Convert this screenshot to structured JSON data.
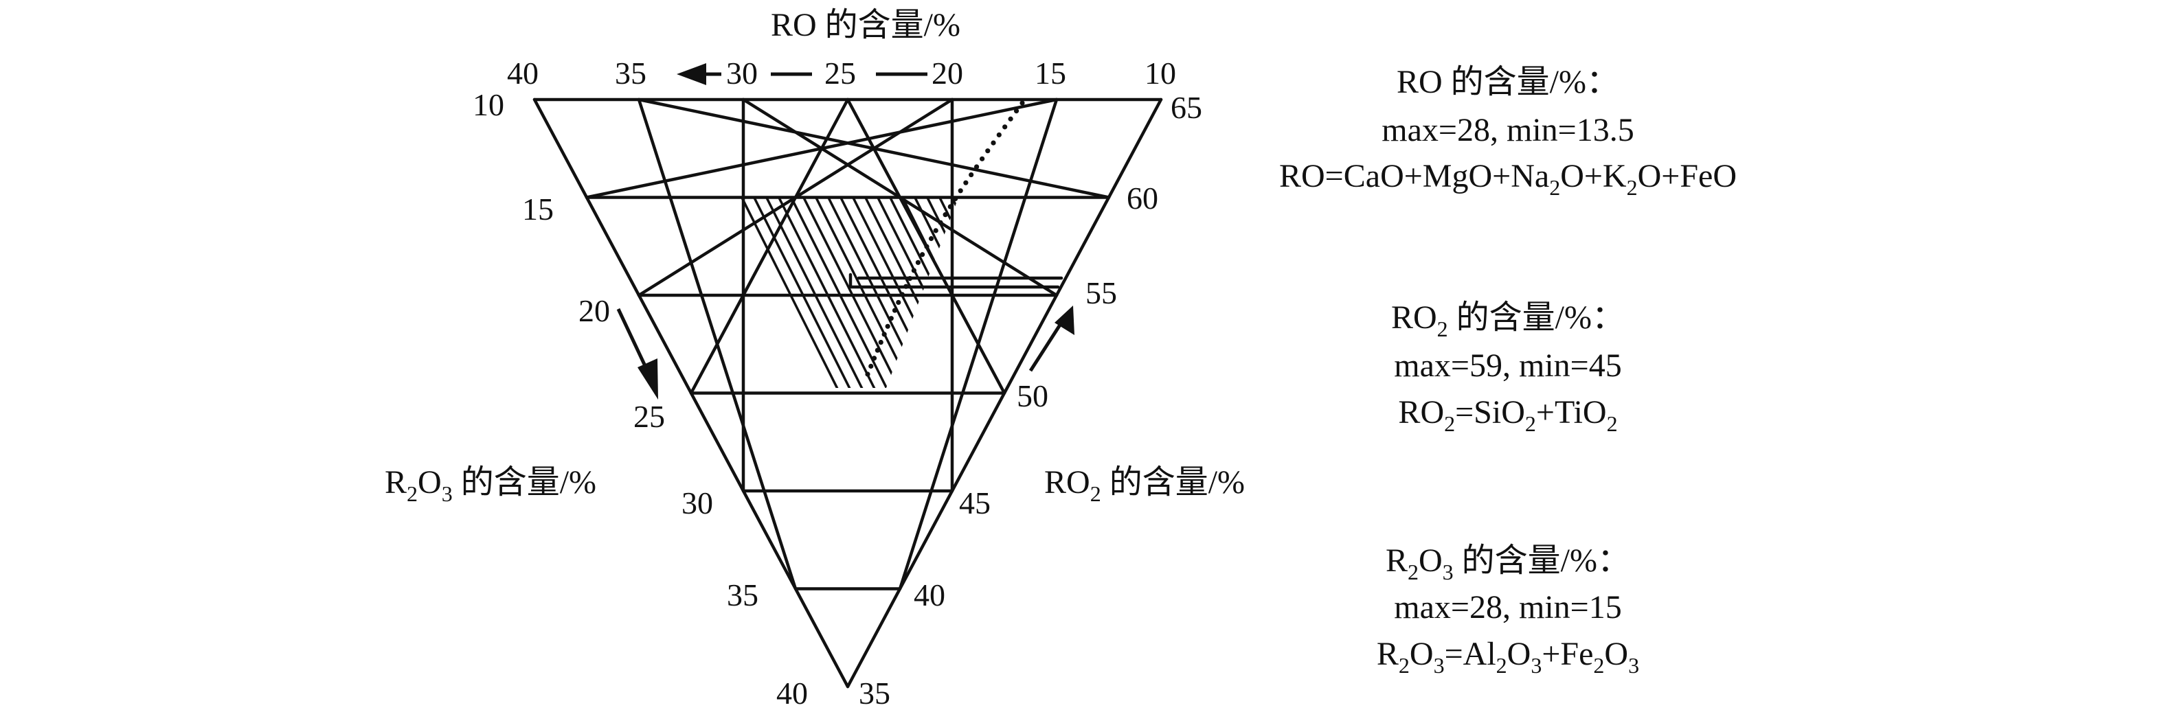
{
  "diagram": {
    "axes": {
      "ro": {
        "title": "RO 的含量/%",
        "ticks": [
          "40",
          "35",
          "30",
          "25",
          "20",
          "15",
          "10"
        ]
      },
      "r2o3": {
        "title_prefix": "R",
        "title_sub1": "2",
        "title_mid": "O",
        "title_sub2": "3",
        "title_suffix": " 的含量/%",
        "ticks": [
          "10",
          "15",
          "20",
          "25",
          "30",
          "35",
          "40"
        ]
      },
      "ro2": {
        "title_prefix": "RO",
        "title_sub": "2",
        "title_suffix": " 的含量/%",
        "ticks": [
          "35",
          "40",
          "45",
          "50",
          "55",
          "60",
          "65"
        ]
      }
    },
    "notes": {
      "ro": {
        "title": "RO 的含量/%：",
        "range": "max=28, min=13.5",
        "formula": {
          "a": "RO=CaO+MgO+Na",
          "s1": "2",
          "b": "O+K",
          "s2": "2",
          "c": "O+FeO"
        }
      },
      "ro2": {
        "title_prefix": "RO",
        "title_sub": "2",
        "title_suffix": " 的含量/%：",
        "range": "max=59, min=45",
        "formula": {
          "a": "RO",
          "s1": "2",
          "b": "=SiO",
          "s2": "2",
          "c": "+TiO",
          "s3": "2"
        }
      },
      "r2o3": {
        "title_prefix": "R",
        "title_sub1": "2",
        "title_mid": "O",
        "title_sub2": "3",
        "title_suffix": " 的含量/%：",
        "range": "max=28, min=15",
        "formula": {
          "a": "R",
          "s1": "2",
          "b": "O",
          "s2": "3",
          "c": "=Al",
          "s3": "2",
          "d": "O",
          "s4": "3",
          "e": "+Fe",
          "s5": "2",
          "f": "O",
          "s6": "3"
        }
      }
    }
  }
}
